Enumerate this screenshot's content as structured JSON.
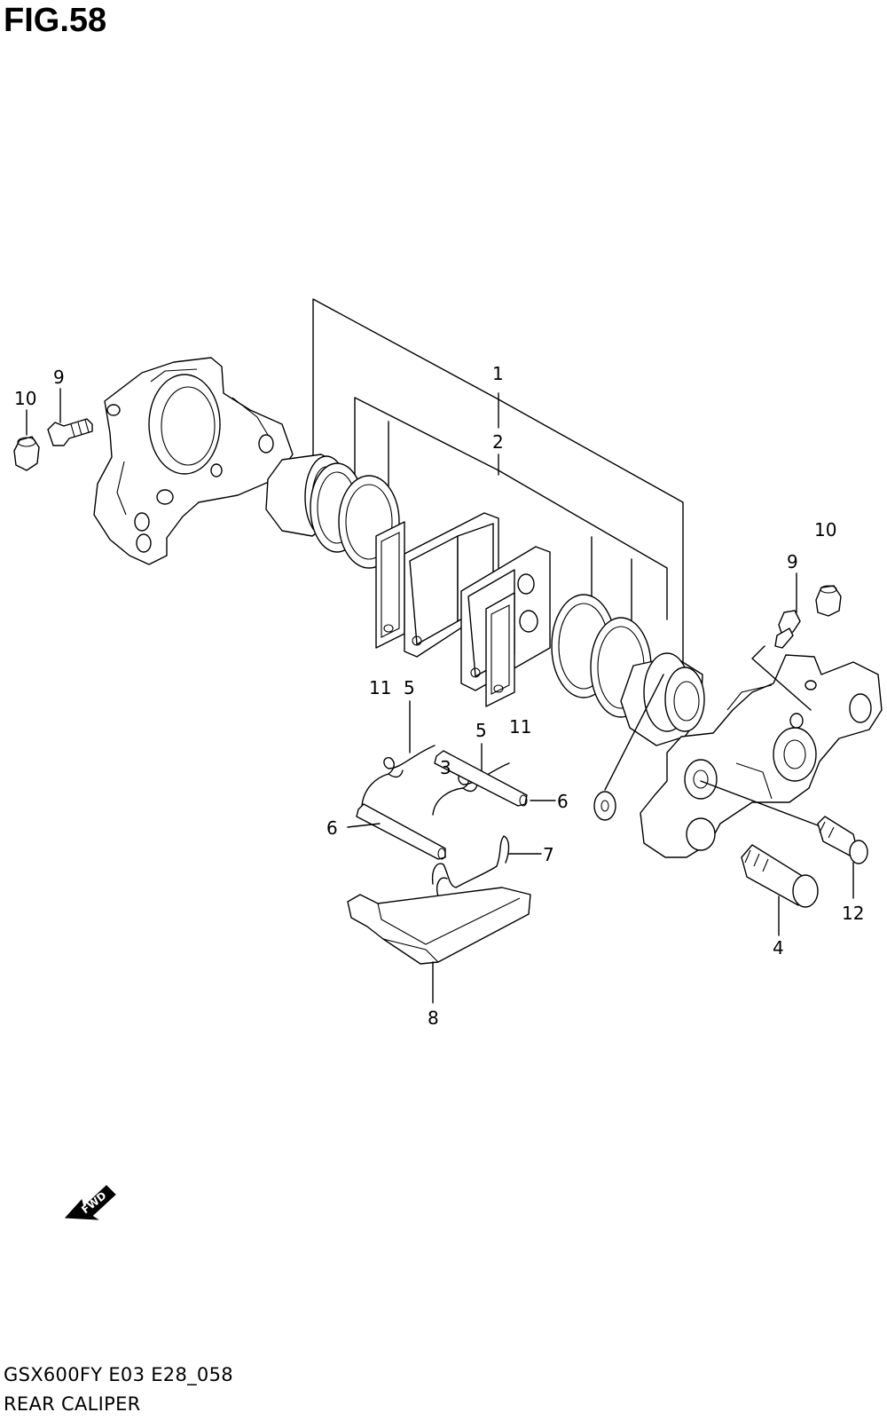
{
  "figure": {
    "title": "FIG.58",
    "model_code": "GSX600FY E03 E28_058",
    "section_name": "REAR CALIPER"
  },
  "callouts": [
    {
      "id": "1",
      "label": "1"
    },
    {
      "id": "2",
      "label": "2"
    },
    {
      "id": "3",
      "label": "3"
    },
    {
      "id": "4",
      "label": "4"
    },
    {
      "id": "5a",
      "label": "5"
    },
    {
      "id": "5b",
      "label": "5"
    },
    {
      "id": "6a",
      "label": "6"
    },
    {
      "id": "6b",
      "label": "6"
    },
    {
      "id": "7",
      "label": "7"
    },
    {
      "id": "8",
      "label": "8"
    },
    {
      "id": "9a",
      "label": "9"
    },
    {
      "id": "9b",
      "label": "9"
    },
    {
      "id": "10a",
      "label": "10"
    },
    {
      "id": "10b",
      "label": "10"
    },
    {
      "id": "11a",
      "label": "11"
    },
    {
      "id": "11b",
      "label": "11"
    },
    {
      "id": "12",
      "label": "12"
    }
  ],
  "fwd_marker": {
    "label": "FWD"
  }
}
